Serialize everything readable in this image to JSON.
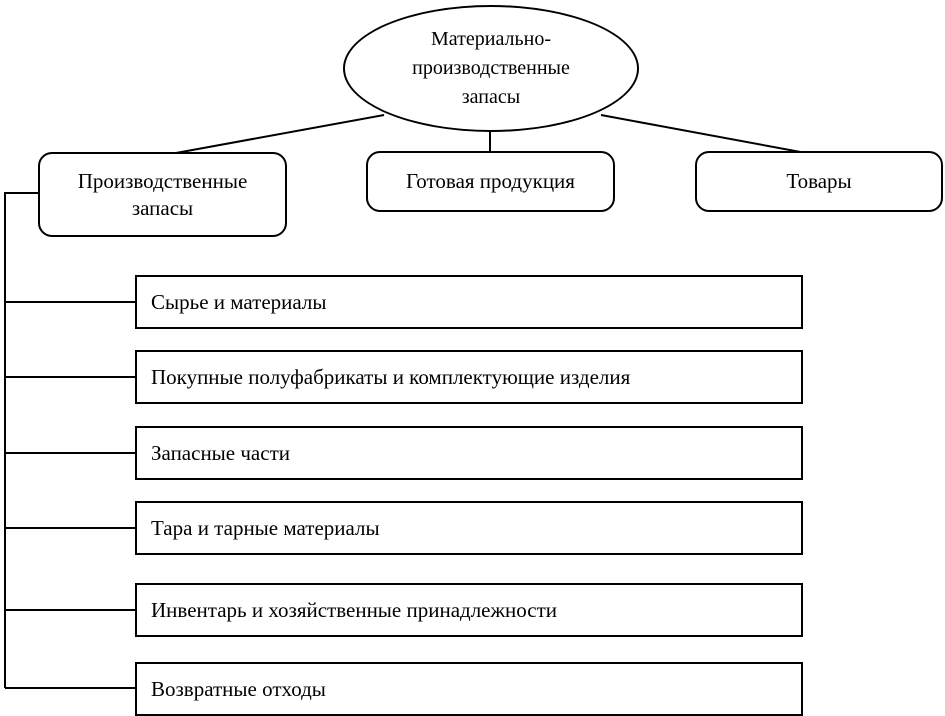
{
  "page": {
    "background_color": "#ffffff",
    "line_color": "#000000",
    "text_color": "#000000"
  },
  "diagram": {
    "root": {
      "lines": [
        "Материально-",
        "производственные",
        "запасы"
      ]
    },
    "level1": [
      {
        "label": "Производственные запасы"
      },
      {
        "label": "Готовая продукция"
      },
      {
        "label": "Товары"
      }
    ],
    "sub_items": [
      {
        "label": "Сырье и материалы"
      },
      {
        "label": "Покупные полуфабрикаты и комплектующие изделия"
      },
      {
        "label": "Запасные части"
      },
      {
        "label": "Тара и тарные материалы"
      },
      {
        "label": "Инвентарь и хозяйственные принадлежности"
      },
      {
        "label": "Возвратные отходы"
      }
    ]
  }
}
